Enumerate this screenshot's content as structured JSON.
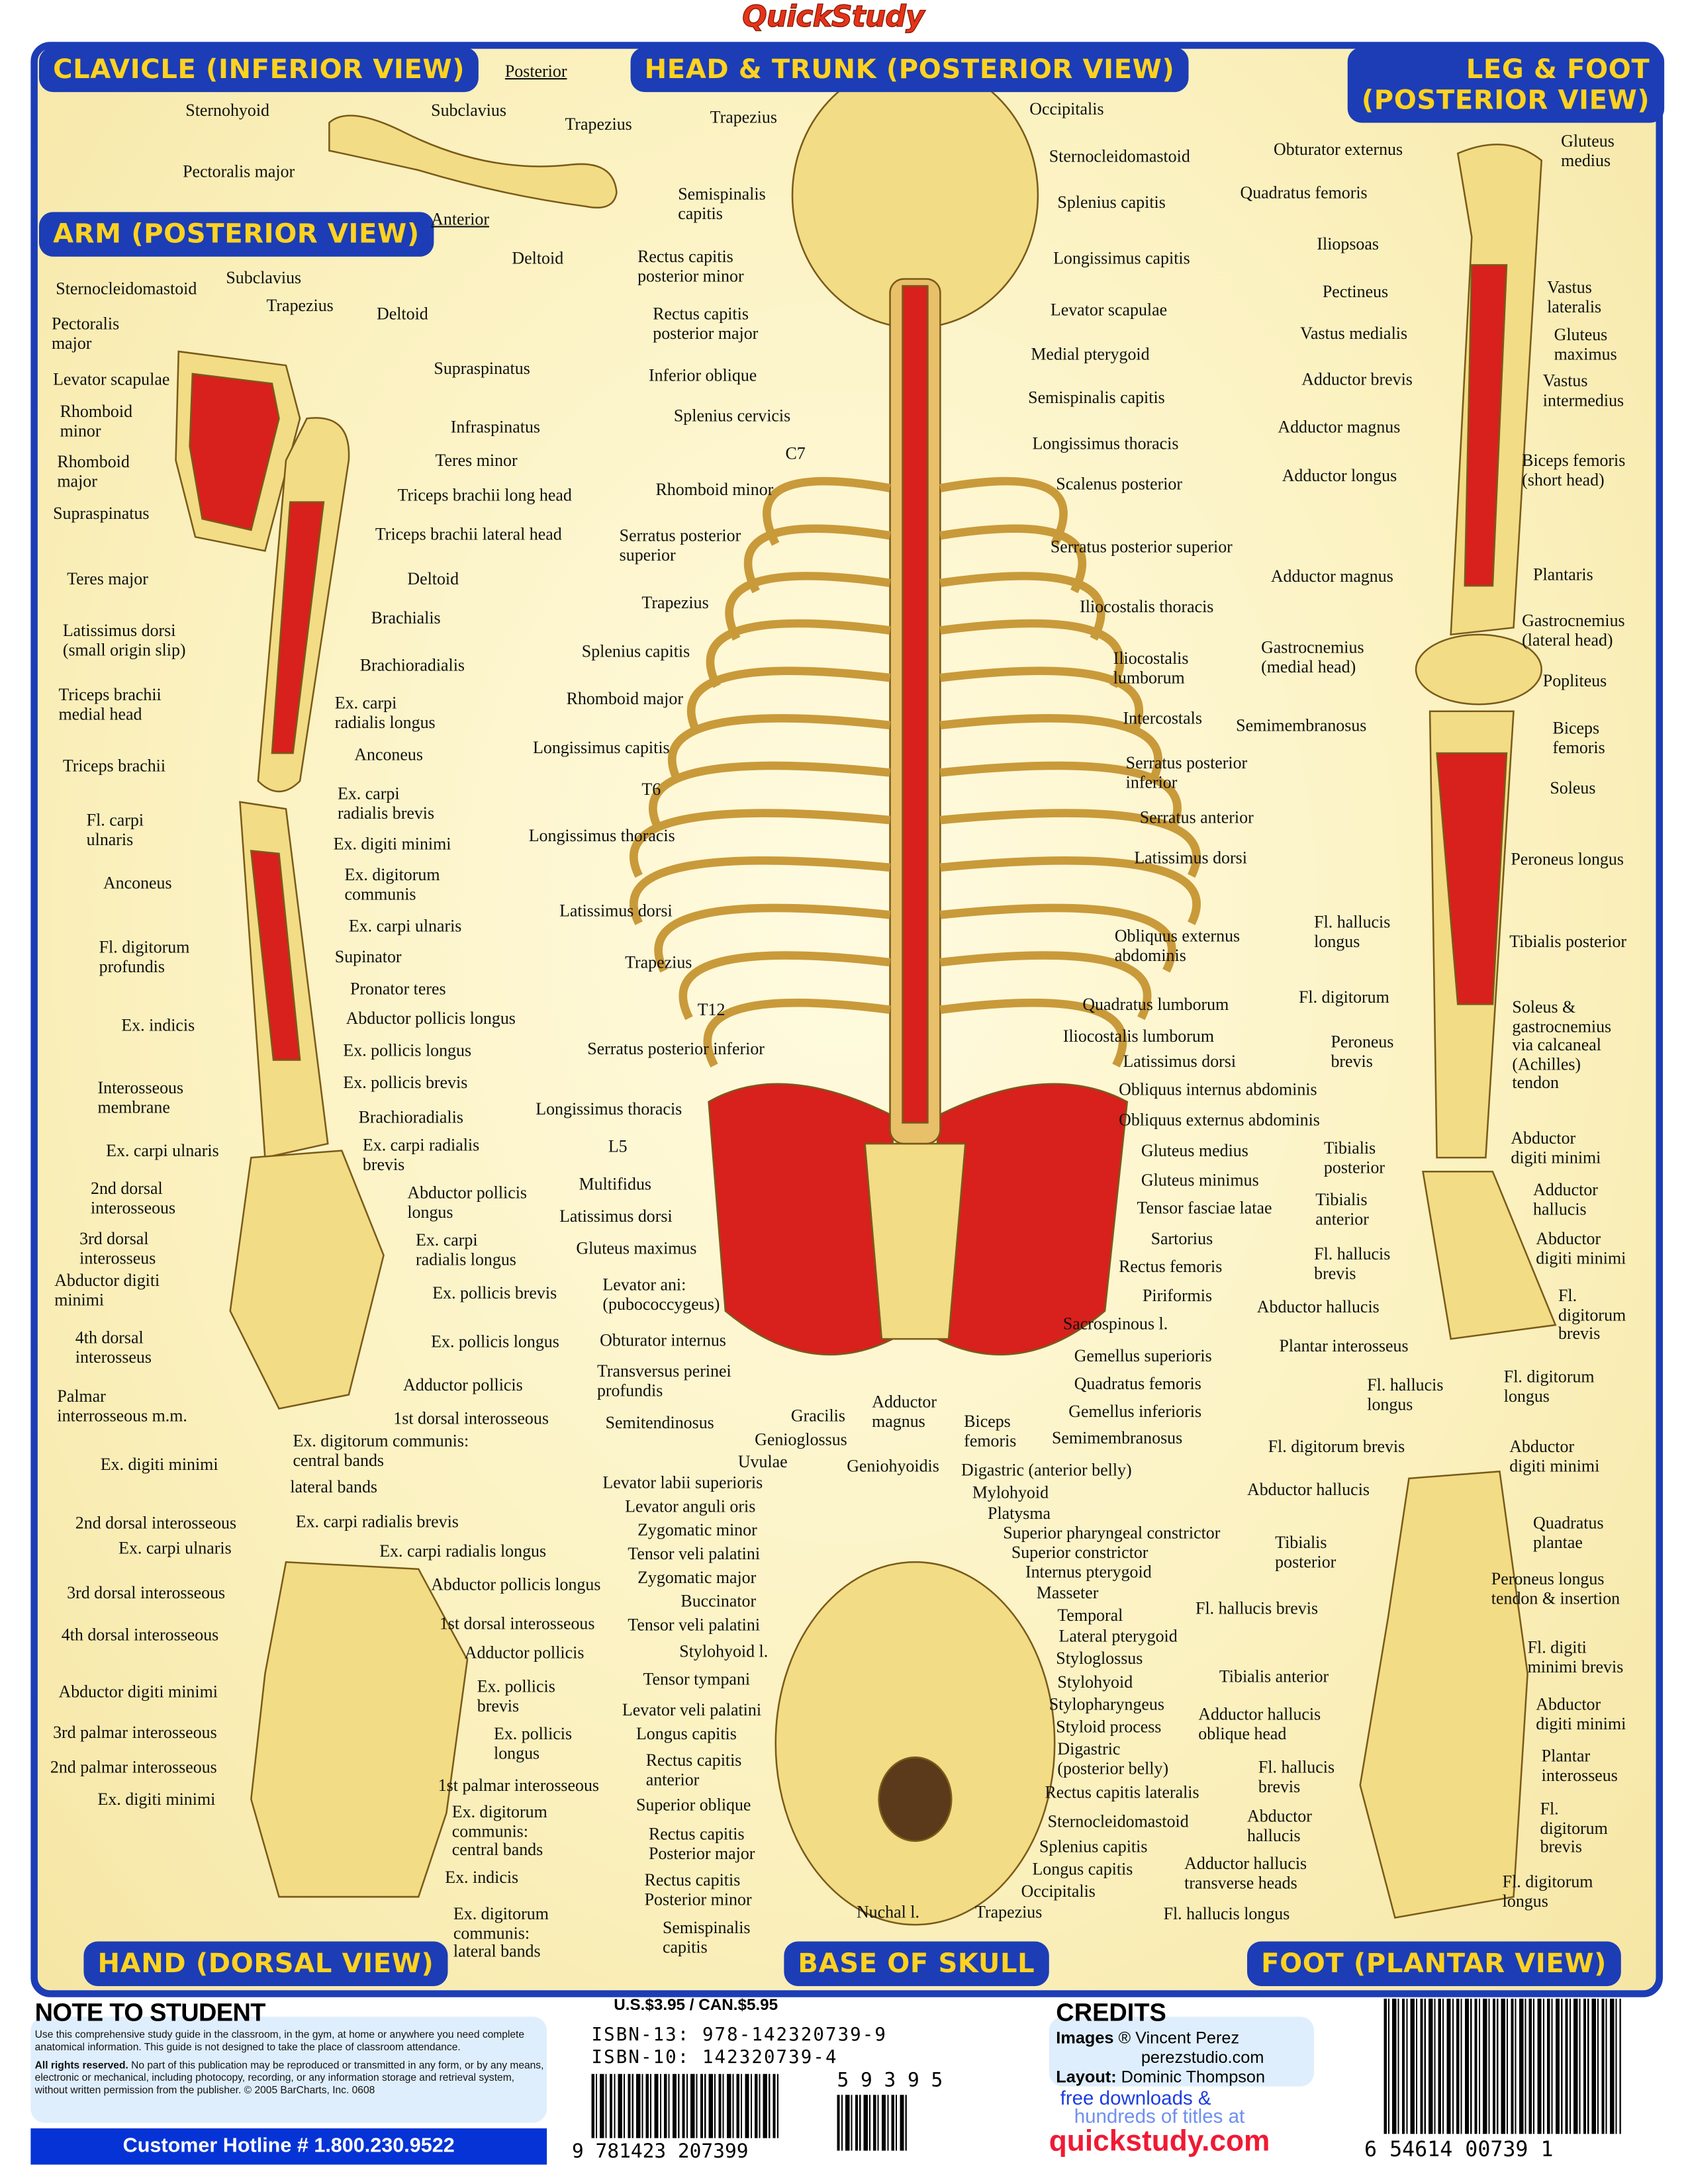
{
  "brand": "QuickStudy",
  "sections": {
    "clavicle": "CLAVICLE (INFERIOR VIEW)",
    "head_trunk": "HEAD & TRUNK (POSTERIOR VIEW)",
    "leg_foot": "LEG & FOOT\n(POSTERIOR VIEW)",
    "arm": "ARM (POSTERIOR VIEW)",
    "hand": "HAND (DORSAL VIEW)",
    "skull_base": "BASE OF SKULL",
    "foot": "FOOT (PLANTAR VIEW)"
  },
  "labels": {
    "clavicle": [
      "Posterior",
      "Sternohyoid",
      "Subclavius",
      "Trapezius",
      "Pectoralis major",
      "Anterior",
      "Deltoid"
    ],
    "arm": [
      "Sternocleidomastoid",
      "Subclavius",
      "Trapezius",
      "Deltoid",
      "Pectoralis\nmajor",
      "Supraspinatus",
      "Levator scapulae",
      "Rhomboid\nminor",
      "Infraspinatus",
      "Teres minor",
      "Rhomboid\nmajor",
      "Triceps brachii long head",
      "Supraspinatus",
      "Triceps brachii lateral head",
      "Teres major",
      "Deltoid",
      "Brachialis",
      "Latissimus dorsi\n(small origin slip)",
      "Brachioradialis",
      "Triceps brachii\nmedial head",
      "Ex. carpi\nradialis longus",
      "Anconeus",
      "Triceps brachii",
      "Ex. carpi\nradialis brevis",
      "Fl. carpi\nulnaris",
      "Ex. digiti minimi",
      "Ex. digitorum\ncommunis",
      "Anconeus",
      "Ex. carpi ulnaris",
      "Fl. digitorum\nprofundis",
      "Supinator",
      "Pronator teres",
      "Ex. indicis",
      "Abductor pollicis longus",
      "Ex. pollicis longus",
      "Ex. pollicis brevis",
      "Interosseous\nmembrane",
      "Brachioradialis",
      "Ex. carpi ulnaris",
      "Ex. carpi radialis\nbrevis",
      "2nd dorsal\ninterosseous",
      "Abductor pollicis\nlongus",
      "3rd dorsal\ninterosseus",
      "Ex. carpi\nradialis longus",
      "Abductor digiti\nminimi",
      "Ex. pollicis brevis",
      "4th dorsal\ninterosseus",
      "Ex. pollicis longus",
      "Palmar\ninterrosseous m.m.",
      "Adductor pollicis",
      "1st dorsal interosseous",
      "Ex. digitorum communis:\ncentral bands",
      "Ex. digiti minimi",
      "lateral bands"
    ],
    "hand": [
      "2nd dorsal interosseous",
      "Ex. carpi radialis brevis",
      "Ex. carpi ulnaris",
      "Ex. carpi radialis longus",
      "Abductor pollicis longus",
      "3rd dorsal interosseous",
      "1st dorsal interosseous",
      "4th dorsal interosseous",
      "Adductor pollicis",
      "Ex. pollicis\nbrevis",
      "Abductor digiti minimi",
      "Ex. pollicis\nlongus",
      "3rd palmar interosseous",
      "2nd palmar interosseous",
      "1st palmar interosseous",
      "Ex. digiti minimi",
      "Ex. digitorum\ncommunis:\ncentral bands",
      "Ex. indicis",
      "Ex. digitorum\ncommunis:\nlateral bands"
    ],
    "trunk_left": [
      "Trapezius",
      "Semispinalis\ncapitis",
      "Rectus capitis\nposterior minor",
      "Rectus capitis\nposterior major",
      "Inferior oblique",
      "Splenius cervicis",
      "C7",
      "Rhomboid minor",
      "Serratus posterior\nsuperior",
      "Trapezius",
      "Splenius capitis",
      "Rhomboid major",
      "Longissimus capitis",
      "T6",
      "Longissimus thoracis",
      "Latissimus dorsi",
      "Trapezius",
      "T12",
      "Serratus posterior inferior",
      "Longissimus thoracis",
      "L5",
      "Multifidus",
      "Latissimus dorsi",
      "Gluteus maximus",
      "Levator ani:\n(pubococcygeus)",
      "Obturator internus",
      "Transversus perinei\nprofundis",
      "Semitendinosus",
      "Gracilis",
      "Adductor\nmagnus",
      "Biceps\nfemoris"
    ],
    "trunk_right": [
      "Occipitalis",
      "Sternocleidomastoid",
      "Splenius capitis",
      "Longissimus capitis",
      "Levator scapulae",
      "Medial pterygoid",
      "Semispinalis capitis",
      "Longissimus thoracis",
      "Scalenus posterior",
      "Serratus posterior superior",
      "Iliocostalis thoracis",
      "Iliocostalis\nlumborum",
      "Intercostals",
      "Serratus posterior\ninferior",
      "Serratus anterior",
      "Latissimus dorsi",
      "Obliquus externus\nabdominis",
      "Quadratus lumborum",
      "Iliocostalis lumborum",
      "Latissimus dorsi",
      "Obliquus internus abdominis",
      "Obliquus externus abdominis",
      "Gluteus medius",
      "Gluteus minimus",
      "Tensor fasciae latae",
      "Sartorius",
      "Rectus femoris",
      "Piriformis",
      "Sacrospinous l.",
      "Gemellus superioris",
      "Quadratus femoris",
      "Gemellus inferioris",
      "Semimembranosus"
    ],
    "skull_left": [
      "Genioglossus",
      "Uvulae",
      "Geniohyoidis",
      "Levator labii superioris",
      "Levator anguli oris",
      "Zygomatic minor",
      "Tensor veli palatini",
      "Zygomatic major",
      "Buccinator",
      "Tensor veli palatini",
      "Stylohyoid l.",
      "Tensor tympani",
      "Levator veli palatini",
      "Longus capitis",
      "Rectus capitis\nanterior",
      "Superior oblique",
      "Rectus capitis\nPosterior major",
      "Rectus capitis\nPosterior minor",
      "Semispinalis\ncapitis",
      "Nuchal l.",
      "Trapezius"
    ],
    "skull_right": [
      "Digastric (anterior belly)",
      "Mylohyoid",
      "Platysma",
      "Superior pharyngeal constrictor",
      "Superior constrictor",
      "Internus pterygoid",
      "Masseter",
      "Temporal",
      "Lateral pterygoid",
      "Styloglossus",
      "Stylohyoid",
      "Stylopharyngeus",
      "Styloid process",
      "Digastric\n(posterior belly)",
      "Rectus capitis lateralis",
      "Sternocleidomastoid",
      "Splenius capitis",
      "Longus capitis",
      "Occipitalis"
    ],
    "leg": [
      "Obturator externus",
      "Gluteus\nmedius",
      "Quadratus femoris",
      "Iliopsoas",
      "Pectineus",
      "Vastus\nlateralis",
      "Vastus medialis",
      "Gluteus\nmaximus",
      "Adductor brevis",
      "Vastus\nintermedius",
      "Adductor magnus",
      "Adductor longus",
      "Biceps femoris\n(short head)",
      "Adductor magnus",
      "Plantaris",
      "Gastrocnemius\n(lateral head)",
      "Gastrocnemius\n(medial head)",
      "Popliteus",
      "Semimembranosus",
      "Biceps\nfemoris",
      "Soleus",
      "Peroneus longus",
      "Fl. hallucis\nlongus",
      "Tibialis posterior",
      "Fl. digitorum",
      "Soleus &\ngastrocnemius\nvia calcaneal\n(Achilles)\ntendon",
      "Peroneus\nbrevis",
      "Tibialis\nposterior",
      "Abductor\ndigiti minimi",
      "Tibialis\nanterior",
      "Adductor\nhallucis",
      "Abductor\ndigiti minimi",
      "Fl. hallucis\nbrevis",
      "Fl.\ndigitorum\nbrevis",
      "Abductor hallucis",
      "Plantar interosseus",
      "Fl. hallucis\nlongus",
      "Fl. digitorum\nlongus"
    ],
    "foot": [
      "Fl. digitorum brevis",
      "Abductor\ndigiti minimi",
      "Abductor hallucis",
      "Quadratus\nplantae",
      "Tibialis\nposterior",
      "Peroneus longus\ntendon & insertion",
      "Fl. hallucis brevis",
      "Fl. digiti\nminimi brevis",
      "Tibialis anterior",
      "Adductor hallucis\noblique head",
      "Abductor\ndigiti minimi",
      "Fl. hallucis\nbrevis",
      "Plantar\ninterosseus",
      "Abductor\nhallucis",
      "Fl.\ndigitorum\nbrevis",
      "Adductor hallucis\ntransverse heads",
      "Fl. digitorum\nlongus",
      "Fl. hallucis longus"
    ]
  },
  "footer": {
    "note_title": "NOTE TO STUDENT",
    "note_text": "Use this comprehensive study guide in the classroom, in the gym, at home or anywhere you need complete anatomical information. This guide is not designed to take the place of classroom attendance.",
    "rights_bold": "All rights reserved.",
    "rights_text": " No part of this publication may be reproduced or transmitted in any form, or by any means, electronic or mechanical, including photocopy, recording, or any information storage and retrieval system, without written permission from the publisher. © 2005 BarCharts, Inc.   0608",
    "hotline": "Customer Hotline # 1.800.230.9522",
    "price": "U.S.$3.95 / CAN.$5.95",
    "isbn13": "ISBN-13: 978-142320739-9",
    "isbn10": "ISBN-10: 142320739-4",
    "ean_digits": "9 781423 207399",
    "addon_digits": "5 9 3 9 5",
    "credits_title": "CREDITS",
    "images_label": "Images",
    "images_value": " ® Vincent Perez",
    "images_site": "perezstudio.com",
    "layout_label": "Layout:",
    "layout_value": " Dominic Thompson",
    "downloads_1": "free downloads &",
    "downloads_2": "hundreds of titles at",
    "website": "quickstudy.com",
    "upc_digits": "6  54614  00739  1"
  },
  "colors": {
    "frame": "#1c3db6",
    "tab_text": "#ffd21f",
    "bone": "#f2dc85",
    "muscle": "#d8201c",
    "tendon": "#a8dbe0",
    "hotline": "#0533d6",
    "website": "#f01a35"
  }
}
